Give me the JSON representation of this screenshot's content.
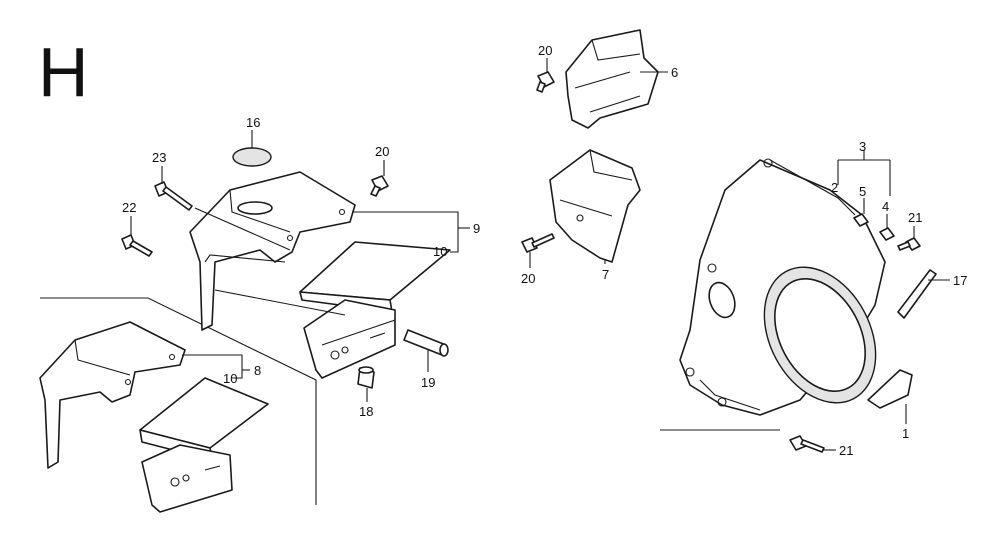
{
  "section_letter": "H",
  "callouts": {
    "c1": "1",
    "c2": "2",
    "c3": "3",
    "c4": "4",
    "c5": "5",
    "c6": "6",
    "c7": "7",
    "c8": "8",
    "c9": "9",
    "c10a": "10",
    "c10b": "10",
    "c16": "16",
    "c17": "17",
    "c18": "18",
    "c19": "19",
    "c20a": "20",
    "c20b": "20",
    "c20c": "20",
    "c21a": "21",
    "c21b": "21",
    "c22": "22",
    "c23": "23"
  }
}
